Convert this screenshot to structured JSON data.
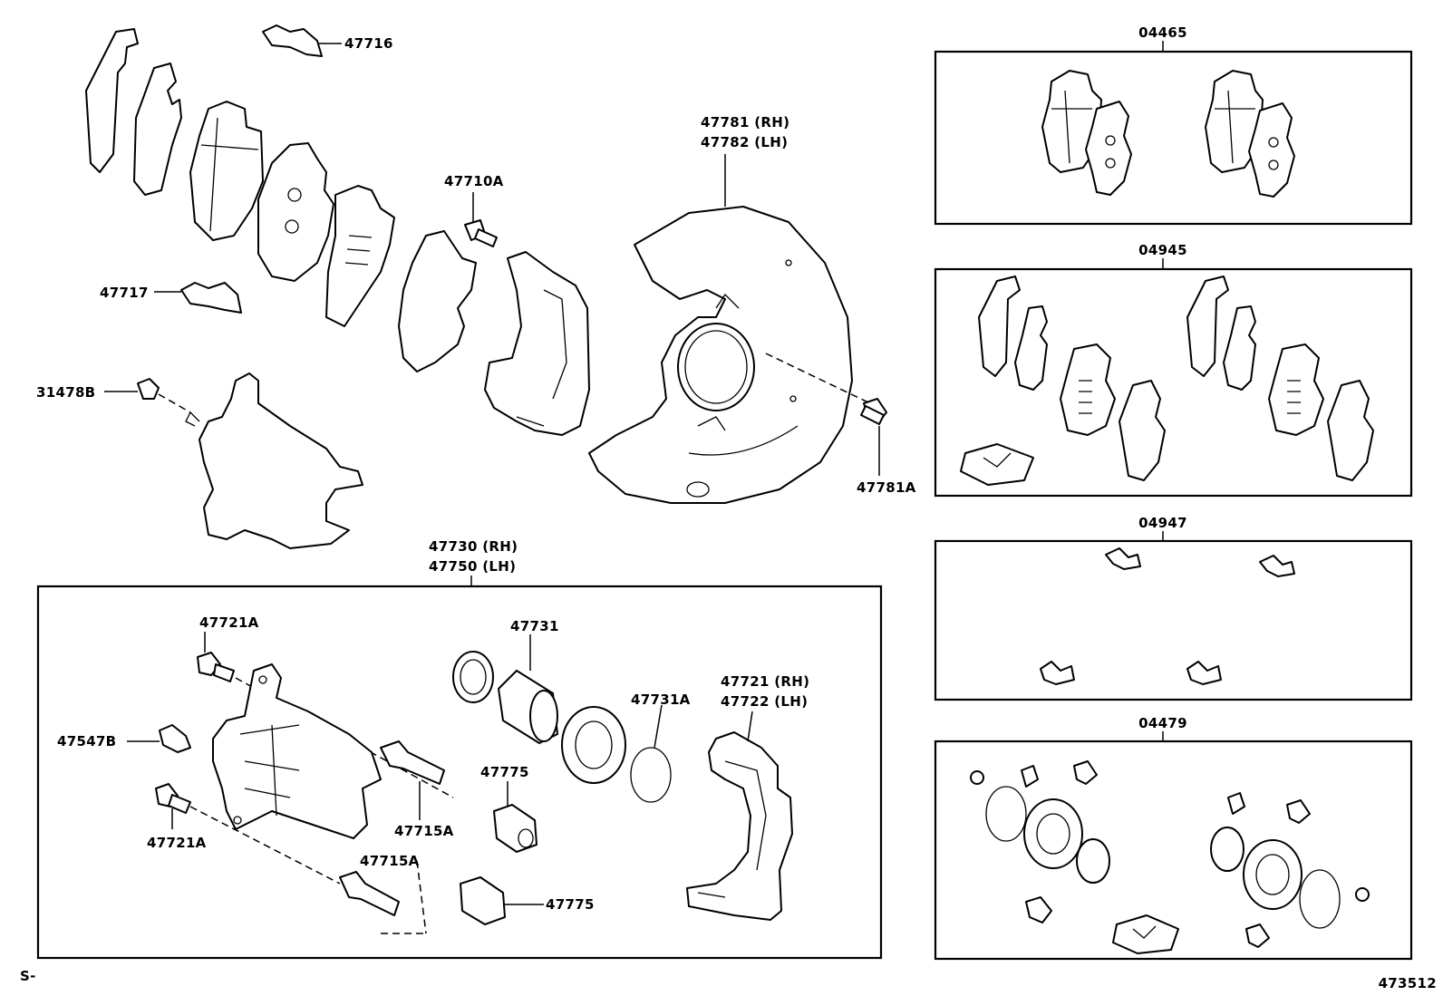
{
  "labels": {
    "p47716": "47716",
    "p47717": "47717",
    "p31478B": "31478B",
    "p47710A": "47710A",
    "p47781_rh": "47781 (RH)",
    "p47782_lh": "47782 (LH)",
    "p47781A": "47781A",
    "p47730_rh": "47730 (RH)",
    "p47750_lh": "47750 (LH)",
    "p47721A_top": "47721A",
    "p47547B": "47547B",
    "p47721A_bottom": "47721A",
    "p47715A_mid": "47715A",
    "p47715A_bottom": "47715A",
    "p47731": "47731",
    "p47731A": "47731A",
    "p47775_top": "47775",
    "p47775_bottom": "47775",
    "p47721_rh": "47721 (RH)",
    "p47722_lh": "47722 (LH)",
    "kit_04465": "04465",
    "kit_04945": "04945",
    "kit_04947": "04947",
    "kit_04479": "04479"
  },
  "footer": {
    "left_code": "S-",
    "diagram_number": "473512"
  }
}
